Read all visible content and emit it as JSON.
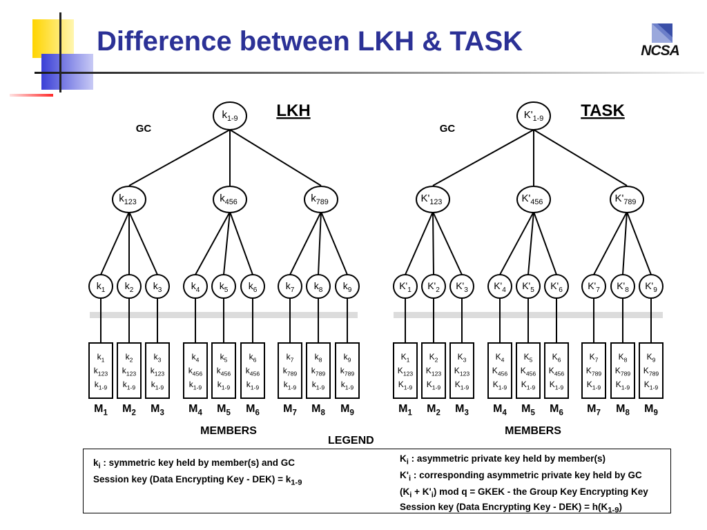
{
  "slide": {
    "title": "Difference between LKH & TASK"
  },
  "logo": {
    "text": "NCSA"
  },
  "lkh": {
    "label": "LKH",
    "gc_label": "GC",
    "root": "k1-9",
    "mid": [
      "k123",
      "k456",
      "k789"
    ],
    "leaves": [
      "k1",
      "k2",
      "k3",
      "k4",
      "k5",
      "k6",
      "k7",
      "k8",
      "k9"
    ],
    "members": [
      [
        "k1",
        "k123",
        "k1-9"
      ],
      [
        "k2",
        "k123",
        "k1-9"
      ],
      [
        "k3",
        "k123",
        "k1-9"
      ],
      [
        "k4",
        "k456",
        "k1-9"
      ],
      [
        "k5",
        "k456",
        "k1-9"
      ],
      [
        "k6",
        "k456",
        "k1-9"
      ],
      [
        "k7",
        "k789",
        "k1-9"
      ],
      [
        "k8",
        "k789",
        "k1-9"
      ],
      [
        "k9",
        "k789",
        "k1-9"
      ]
    ],
    "member_labels": [
      "M1",
      "M2",
      "M3",
      "M4",
      "M5",
      "M6",
      "M7",
      "M8",
      "M9"
    ],
    "members_label": "MEMBERS"
  },
  "task": {
    "label": "TASK",
    "gc_label": "GC",
    "root": "K'1-9",
    "mid": [
      "K'123",
      "K'456",
      "K'789"
    ],
    "leaves": [
      "K'1",
      "K'2",
      "K'3",
      "K'4",
      "K'5",
      "K'6",
      "K'7",
      "K'8",
      "K'9"
    ],
    "members": [
      [
        "K1",
        "K123",
        "K1-9"
      ],
      [
        "K2",
        "K123",
        "K1-9"
      ],
      [
        "K3",
        "K123",
        "K1-9"
      ],
      [
        "K4",
        "K456",
        "K1-9"
      ],
      [
        "K5",
        "K456",
        "K1-9"
      ],
      [
        "K6",
        "K456",
        "K1-9"
      ],
      [
        "K7",
        "K789",
        "K1-9"
      ],
      [
        "K8",
        "K789",
        "K1-9"
      ],
      [
        "K9",
        "K789",
        "K1-9"
      ]
    ],
    "member_labels": [
      "M1",
      "M2",
      "M3",
      "M4",
      "M5",
      "M6",
      "M7",
      "M8",
      "M9"
    ],
    "members_label": "MEMBERS"
  },
  "legend": {
    "title": "LEGEND",
    "left": [
      "ki : symmetric key held by member(s) and GC",
      "Session key (Data Encrypting Key - DEK) = k1-9"
    ],
    "right": [
      "Ki : asymmetric private key held by member(s)",
      "K'i : corresponding asymmetric private key held by GC",
      "(Ki + K'i) mod q = GKEK - the Group Key Encrypting Key",
      "Session key (Data Encrypting Key - DEK) = h(K1-9)"
    ]
  },
  "colors": {
    "title": "#2b3196",
    "deco_yellow": "#ffd400",
    "deco_blue": "#3a3fd6",
    "deco_red": "#ff3030"
  }
}
